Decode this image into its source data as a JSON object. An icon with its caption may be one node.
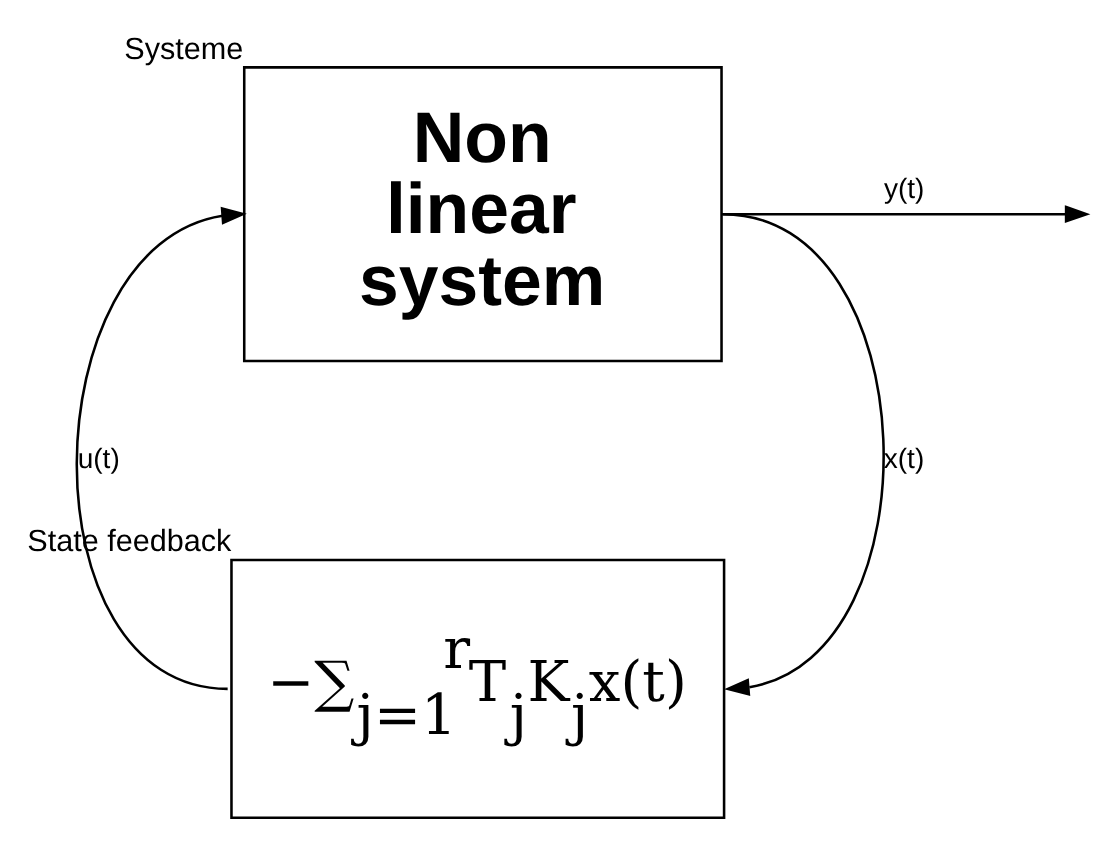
{
  "diagram": {
    "nodes": [
      {
        "text": [
          "Non linear system"
        ],
        "beside": [
          "Systeme"
        ]
      },
      {
        "text": [
          "−∑$_{j=1}$$^{r}$T$_{j}$K$_{j}$x(t)"
        ],
        "beside": [
          "State feedback"
        ]
      }
    ],
    "edges": [
      {
        "from": 0,
        "to": null,
        "arrow": "to",
        "label": "y(t)"
      },
      {
        "from": 0,
        "to": 1,
        "arrow": "to",
        "label": "x(t)"
      },
      {
        "from": 1,
        "to": 0,
        "arrow": "to",
        "label": "u(t)"
      }
    ]
  }
}
